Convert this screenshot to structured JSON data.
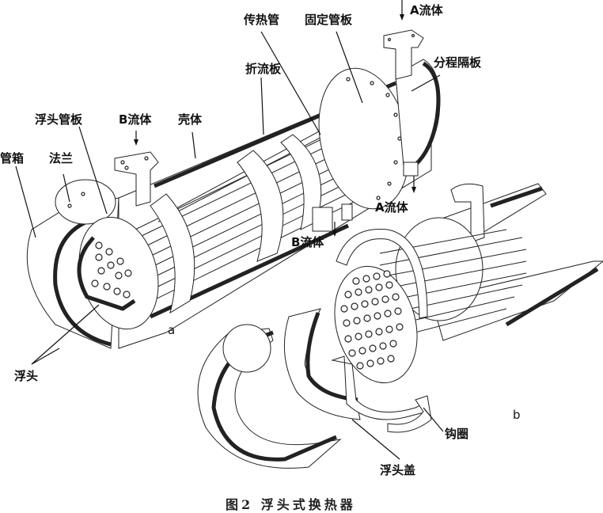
{
  "diagram": {
    "labels": {
      "heat_transfer_tube": "传热管",
      "fixed_tube_sheet": "固定管板",
      "fluid_a_in": "A流体",
      "baffle": "折流板",
      "pass_partition": "分程隔板",
      "floating_tube_sheet": "浮头管板",
      "fluid_b_in": "B流体",
      "shell": "壳体",
      "channel_box": "管箱",
      "flange": "法兰",
      "fluid_a_out": "A流体",
      "fluid_b_out": "B流体",
      "floating_head": "浮头",
      "hook_ring": "钩圈",
      "floating_head_cover": "浮头盖"
    },
    "subfigures": {
      "a": "a",
      "b": "b"
    },
    "caption": "图2  浮头式换热器"
  }
}
